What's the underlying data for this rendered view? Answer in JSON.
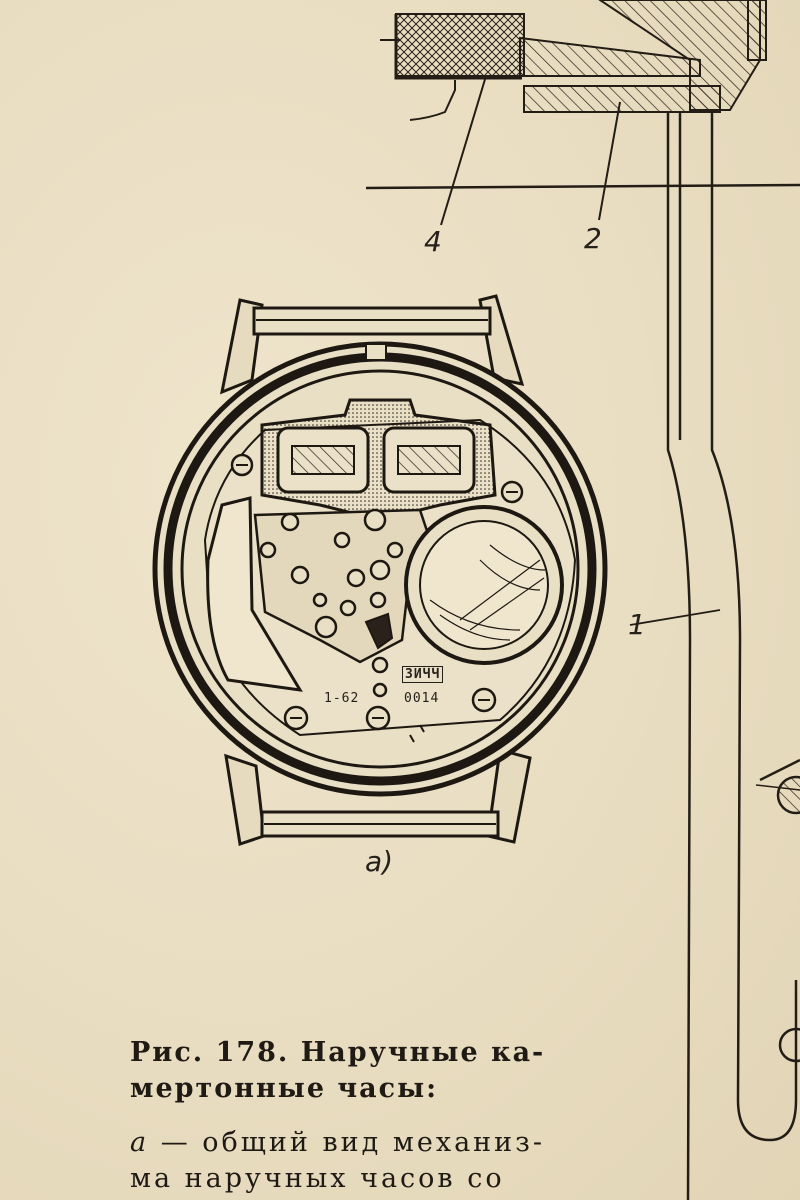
{
  "figure": {
    "part_labels": [
      "4",
      "2",
      "1"
    ],
    "subfigure_label": "а)",
    "movement_markings": {
      "serial_left": "1-62",
      "serial_right": "0014",
      "logo_text": "ЗИЧЧ"
    }
  },
  "caption": {
    "title_line1": "Рис.  178.  Наручные ка-",
    "title_line2": "мертонные  часы:",
    "body_line1_letter": "а",
    "body_line1_rest": " — общий вид механиз-",
    "body_line2": "ма  наручных  часов  со"
  }
}
